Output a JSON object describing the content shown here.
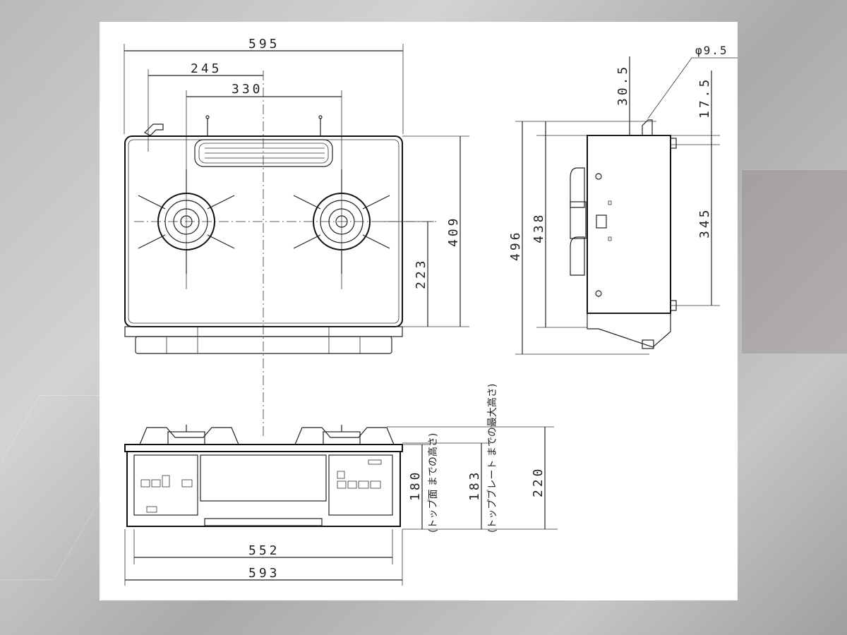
{
  "dimensions": {
    "overall_width_top": "595",
    "burner_offset": "245",
    "burner_spacing": "330",
    "depth_409": "409",
    "burner_depth_223": "223",
    "side_total_496": "496",
    "side_438": "438",
    "side_345": "345",
    "side_30_5": "30.5",
    "side_17_5": "17.5",
    "pipe_diameter": "φ9.5",
    "front_180": "180",
    "front_183": "183",
    "front_220": "220",
    "bottom_552": "552",
    "bottom_593": "593"
  },
  "notes": {
    "front_180_note": "(トップ面 までの高さ)",
    "front_183_note": "(トップブレート までの最大高さ)"
  }
}
